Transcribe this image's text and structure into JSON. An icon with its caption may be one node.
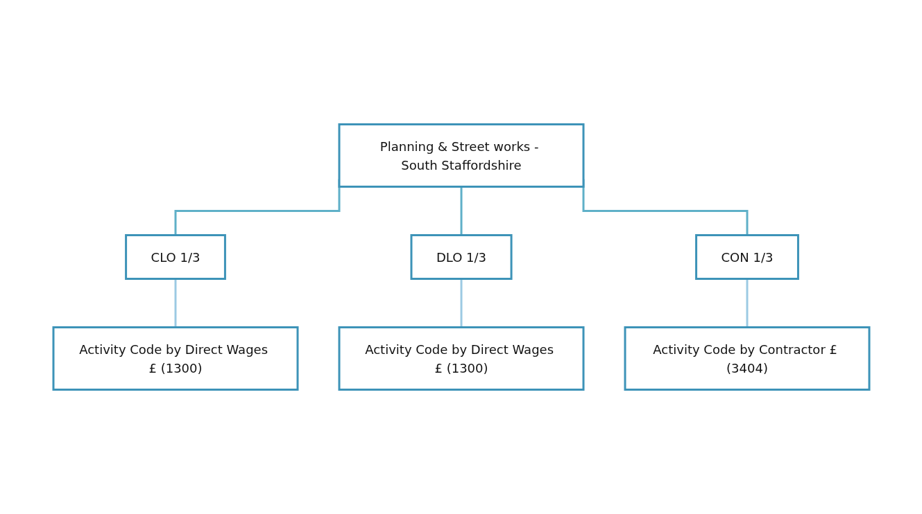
{
  "diagram": {
    "nodes": [
      {
        "text": [
          "Planning & Street works - South Staffordshire"
        ]
      },
      {
        "text": [
          "CLO 1/3"
        ]
      },
      {
        "text": [
          "DLO 1/3"
        ]
      },
      {
        "text": [
          "CON 1/3"
        ]
      },
      {
        "text": [
          "Activity Code by Direct Wages £ (1300)"
        ]
      },
      {
        "text": [
          "Activity Code by Direct Wages £ (1300)"
        ]
      },
      {
        "text": [
          "Activity Code by Contractor £ (3404)"
        ]
      }
    ],
    "edges": [
      {
        "from": 0,
        "to": 1,
        "arrow": "none"
      },
      {
        "from": 0,
        "to": 2,
        "arrow": "none"
      },
      {
        "from": 0,
        "to": 3,
        "arrow": "none"
      },
      {
        "from": 1,
        "to": 4,
        "arrow": "none",
        "color": "#9ccae3"
      },
      {
        "from": 2,
        "to": 5,
        "arrow": "none",
        "color": "#9ccae3"
      },
      {
        "from": 3,
        "to": 6,
        "arrow": "none",
        "color": "#9ccae3"
      }
    ]
  }
}
